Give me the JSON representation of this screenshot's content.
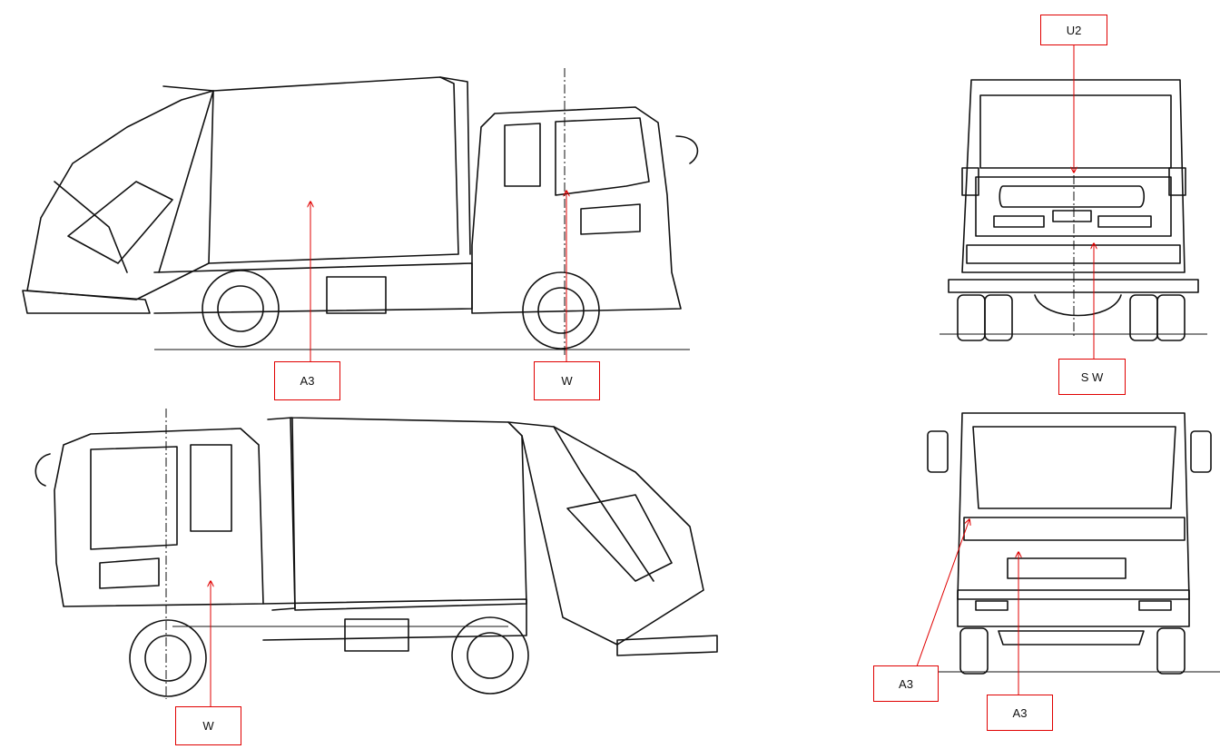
{
  "labels": {
    "rear_top": "U2",
    "rear_bottom": "S W",
    "left_body": "A3",
    "left_door": "W",
    "right_door": "W",
    "front_left": "A3",
    "front_center": "A3"
  },
  "colors": {
    "line": "#111111",
    "callout": "#e00000",
    "background": "#ffffff"
  }
}
